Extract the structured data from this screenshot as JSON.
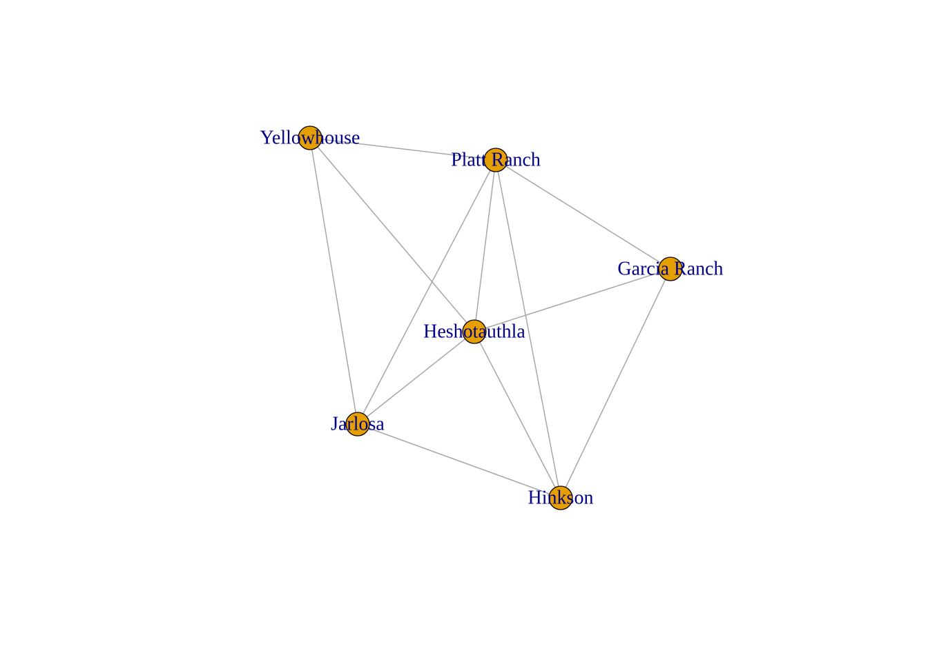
{
  "graph": {
    "node_color": "#E69F00",
    "label_color": "#00008B",
    "edge_color": "#A6A6A6",
    "nodes": [
      {
        "id": "yellowhouse",
        "label": "Yellowhouse"
      },
      {
        "id": "platt-ranch",
        "label": "Platt Ranch"
      },
      {
        "id": "garcia-ranch",
        "label": "Garcia Ranch"
      },
      {
        "id": "heshotauthla",
        "label": "Heshotauthla"
      },
      {
        "id": "jarlosa",
        "label": "Jarlosa"
      },
      {
        "id": "hinkson",
        "label": "Hinkson"
      }
    ],
    "edges": [
      [
        "yellowhouse",
        "platt-ranch"
      ],
      [
        "yellowhouse",
        "heshotauthla"
      ],
      [
        "yellowhouse",
        "jarlosa"
      ],
      [
        "platt-ranch",
        "garcia-ranch"
      ],
      [
        "platt-ranch",
        "heshotauthla"
      ],
      [
        "platt-ranch",
        "jarlosa"
      ],
      [
        "platt-ranch",
        "hinkson"
      ],
      [
        "garcia-ranch",
        "heshotauthla"
      ],
      [
        "garcia-ranch",
        "hinkson"
      ],
      [
        "heshotauthla",
        "jarlosa"
      ],
      [
        "heshotauthla",
        "hinkson"
      ],
      [
        "jarlosa",
        "hinkson"
      ]
    ]
  }
}
